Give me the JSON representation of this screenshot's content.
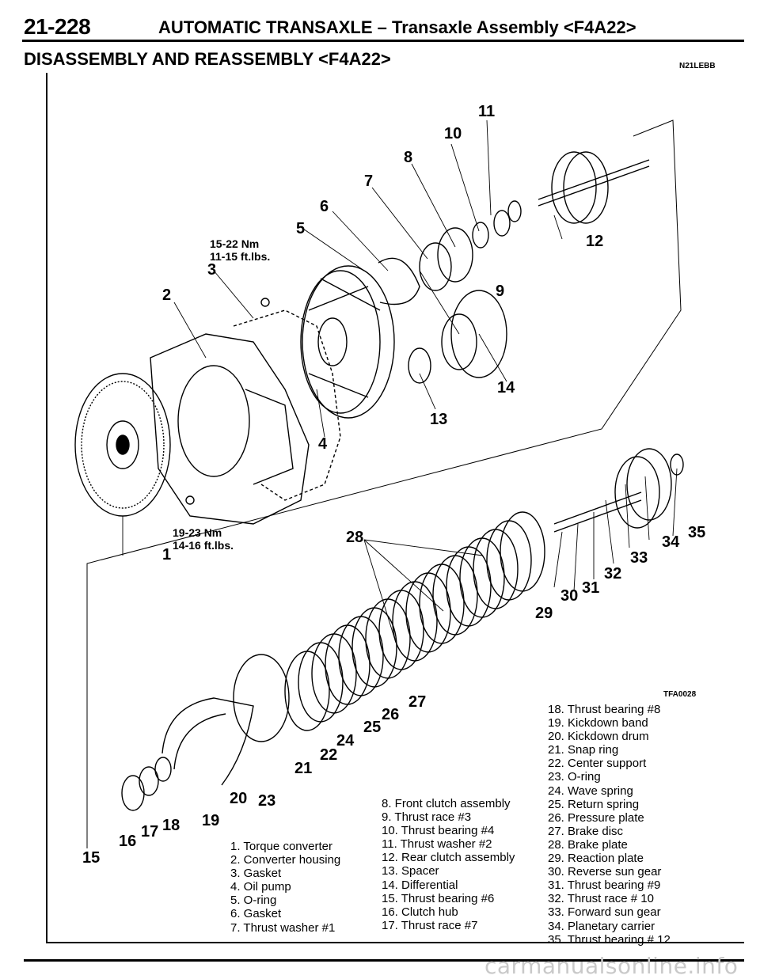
{
  "header": {
    "page_number": "21-228",
    "title": "AUTOMATIC TRANSAXLE – Transaxle Assembly <F4A22>"
  },
  "section": {
    "title": "DISASSEMBLY AND REASSEMBLY <F4A22>",
    "ref_code": "N21LEBB"
  },
  "figure": {
    "code": "TFA0028",
    "torque_upper": [
      "15-22 Nm",
      "11-15 ft.lbs."
    ],
    "torque_lower": [
      "19-23 Nm",
      "14-16 ft.lbs."
    ],
    "callouts": [
      "1",
      "2",
      "3",
      "4",
      "5",
      "6",
      "7",
      "8",
      "9",
      "10",
      "11",
      "12",
      "13",
      "14",
      "15",
      "16",
      "17",
      "18",
      "19",
      "20",
      "21",
      "22",
      "23",
      "24",
      "25",
      "26",
      "27",
      "28",
      "29",
      "30",
      "31",
      "32",
      "33",
      "34",
      "35"
    ]
  },
  "legend": {
    "col1": [
      "1. Torque converter",
      "2. Converter housing",
      "3. Gasket",
      "4. Oil pump",
      "5. O-ring",
      "6. Gasket",
      "7. Thrust washer #1"
    ],
    "col2": [
      "8. Front clutch assembly",
      "9. Thrust race #3",
      "10. Thrust bearing #4",
      "11. Thrust washer #2",
      "12. Rear clutch assembly",
      "13. Spacer",
      "14. Differential",
      "15. Thrust bearing #6",
      "16. Clutch hub",
      "17. Thrust race #7"
    ],
    "col3": [
      "18. Thrust bearing #8",
      "19. Kickdown band",
      "20. Kickdown drum",
      "21. Snap ring",
      "22. Center support",
      "23. O-ring",
      "24. Wave spring",
      "25. Return spring",
      "26. Pressure plate",
      "27. Brake disc",
      "28. Brake plate",
      "29. Reaction plate",
      "30. Reverse sun gear",
      "31. Thrust bearing #9",
      "32. Thrust race # 10",
      "33. Forward sun gear",
      "34. Planetary carrier",
      "35. Thrust bearing # 12"
    ]
  },
  "footer": {
    "watermark": "carmanualsonline.info"
  }
}
